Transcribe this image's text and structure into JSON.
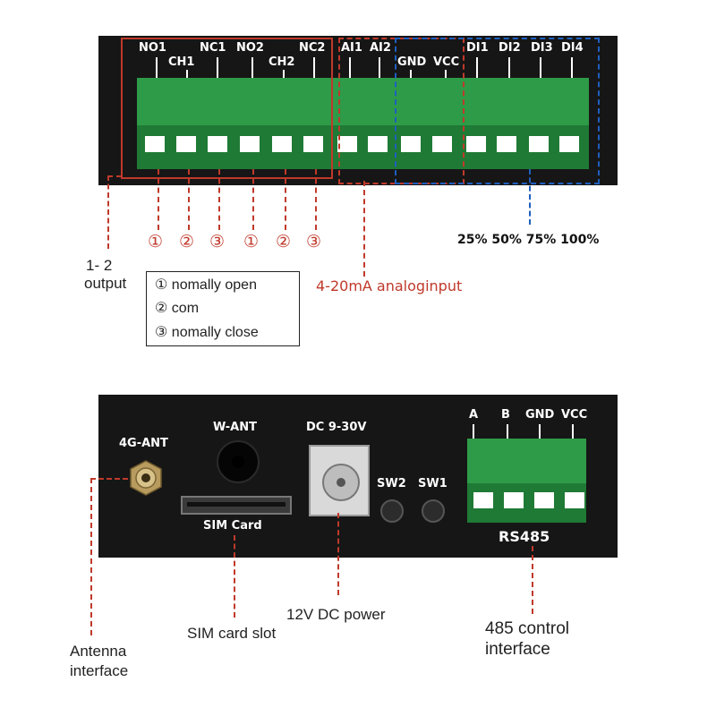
{
  "top": {
    "pins_relay": [
      "NO1",
      "CH1",
      "NC1",
      "NO2",
      "CH2",
      "NC2"
    ],
    "pins_analog": [
      "AI1",
      "AI2",
      "GND",
      "VCC"
    ],
    "pins_digital": [
      "DI1",
      "DI2",
      "DI3",
      "DI4"
    ],
    "relay_markers": [
      "①",
      "②",
      "③",
      "①",
      "②",
      "③"
    ],
    "di_levels": "25% 50% 75% 100%",
    "output_label_line1": "1- 2",
    "output_label_line2": "output",
    "legend": [
      "① nomally open",
      "② com",
      "③ nomally close"
    ],
    "analog_label": "4-20mA analoginput"
  },
  "bottom": {
    "ant_4g": "4G-ANT",
    "w_ant": "W-ANT",
    "dc": "DC 9-30V",
    "sw2": "SW2",
    "sw1": "SW1",
    "sim": "SIM Card",
    "rs485_pins": [
      "A",
      "B",
      "GND",
      "VCC"
    ],
    "rs485": "RS485",
    "antenna_note_line1": "Antenna",
    "antenna_note_line2": "interface",
    "sim_note": "SIM card slot",
    "dc_note": "12V DC power",
    "rs485_note_line1": "485 control",
    "rs485_note_line2": "interface"
  },
  "colors": {
    "red": "#c0392b",
    "blue": "#1f5fbf",
    "green": "#2e9b48",
    "panel": "#161616"
  }
}
